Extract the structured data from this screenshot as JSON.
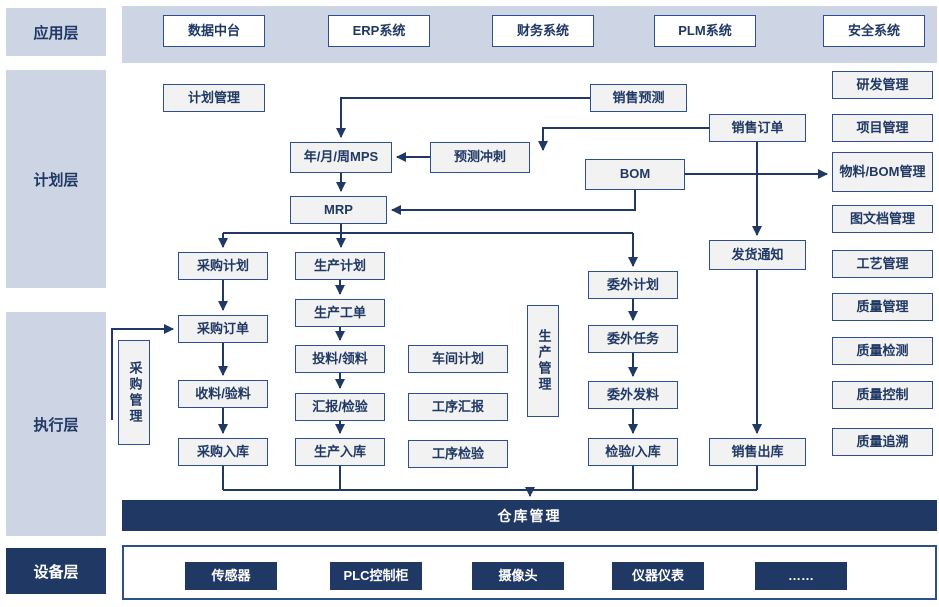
{
  "colors": {
    "navy": "#1f3864",
    "border_blue": "#2e4f8f",
    "band_blue_gray": "#cdd5e4",
    "node_fill": "#f2f2f2"
  },
  "layers": {
    "application": "应用层",
    "planning": "计划层",
    "execution": "执行层",
    "device": "设备层"
  },
  "application_systems": [
    "数据中台",
    "ERP系统",
    "财务系统",
    "PLM系统",
    "安全系统"
  ],
  "planning": {
    "plan_mgmt": "计划管理",
    "sales_forecast": "销售预测",
    "sales_order": "销售订单",
    "mps": "年/月/周MPS",
    "forecast_check": "预测冲刺",
    "bom": "BOM",
    "mrp": "MRP",
    "delivery_notice": "发货通知"
  },
  "right_column": [
    "研发管理",
    "项目管理",
    "物料/BOM管理",
    "图文档管理",
    "工艺管理",
    "质量管理",
    "质量检测",
    "质量控制",
    "质量追溯"
  ],
  "execution": {
    "purchase_plan": "采购计划",
    "production_plan": "生产计划",
    "outsource_plan": "委外计划",
    "purchase_order": "采购订单",
    "production_order": "生产工单",
    "material_issue": "投料/领料",
    "workshop_plan": "车间计划",
    "production_mgmt": "生产管理",
    "outsource_task": "委外任务",
    "purchase_mgmt": "采购管理",
    "receive_inspect": "收料/验料",
    "report_inspect": "汇报/检验",
    "process_report": "工序汇报",
    "outsource_issue": "委外发料",
    "purchase_in": "采购入库",
    "production_in": "生产入库",
    "process_inspect": "工序检验",
    "inspect_in": "检验/入库",
    "sales_out": "销售出库"
  },
  "warehouse": "仓库管理",
  "devices": [
    "传感器",
    "PLC控制柜",
    "摄像头",
    "仪器仪表",
    "……"
  ]
}
